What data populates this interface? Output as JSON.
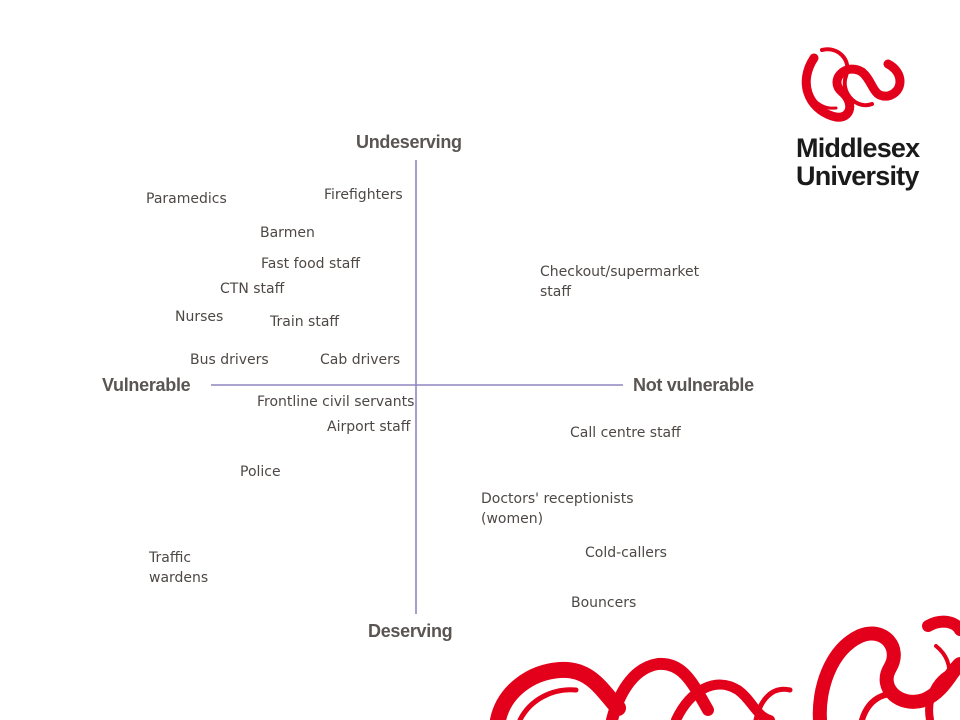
{
  "axes": {
    "top": "Undeserving",
    "bottom": "Deserving",
    "left": "Vulnerable",
    "right": "Not vulnerable"
  },
  "items": [
    {
      "text": "Paramedics"
    },
    {
      "text": "Firefighters"
    },
    {
      "text": "Barmen"
    },
    {
      "text": "Fast food staff"
    },
    {
      "text": "CTN staff"
    },
    {
      "text": "Nurses"
    },
    {
      "text": "Train staff"
    },
    {
      "text": "Bus drivers"
    },
    {
      "text": "Cab drivers"
    },
    {
      "text": "Checkout/supermarket staff"
    },
    {
      "text": "Frontline civil servants"
    },
    {
      "text": "Airport staff"
    },
    {
      "text": "Call centre staff"
    },
    {
      "text": "Police"
    },
    {
      "text": "Doctors' receptionists (women)"
    },
    {
      "text": "Traffic wardens"
    },
    {
      "text": "Cold-callers"
    },
    {
      "text": "Bouncers"
    }
  ],
  "logo": {
    "line1": "Middlesex",
    "line2": "University"
  },
  "colors": {
    "axis_line": "#8f86c2",
    "brand_red": "#e3001b",
    "text": "#4d4845",
    "axis_label": "#5a5553"
  }
}
